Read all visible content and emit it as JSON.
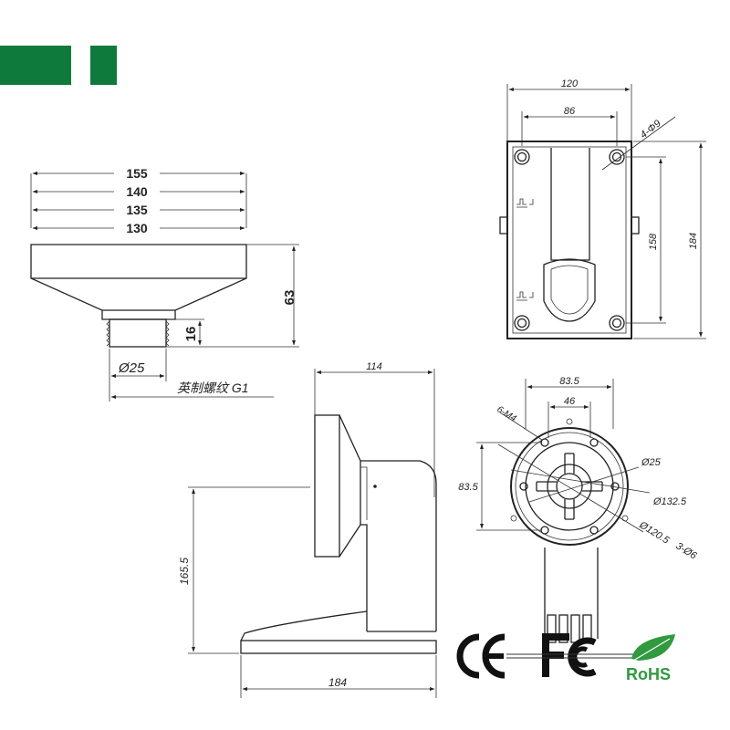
{
  "brand": {
    "bar_color": "#0e7a3c"
  },
  "top_view": {
    "d155": "155",
    "d140": "140",
    "d135": "135",
    "d130": "130",
    "h63": "63",
    "h16": "16",
    "thread_dia": "Ø25",
    "thread_note": "英制螺纹 G1"
  },
  "back_view": {
    "w120": "120",
    "w86": "86",
    "holes": "4-Φ9",
    "h158": "158",
    "h184": "184"
  },
  "side_view": {
    "w114": "114",
    "h165": "165.5",
    "w184": "184"
  },
  "flange_view": {
    "a835top": "83.5",
    "b46": "46",
    "m4": "6-M4",
    "d25": "Ø25",
    "a835left": "83.5",
    "d1325": "Ø132.5",
    "d1205": "Ø120.5",
    "holes3": "3-Ø6"
  },
  "certifications": {
    "ce": "CE",
    "fc": "FC",
    "rohs": "RoHS"
  }
}
